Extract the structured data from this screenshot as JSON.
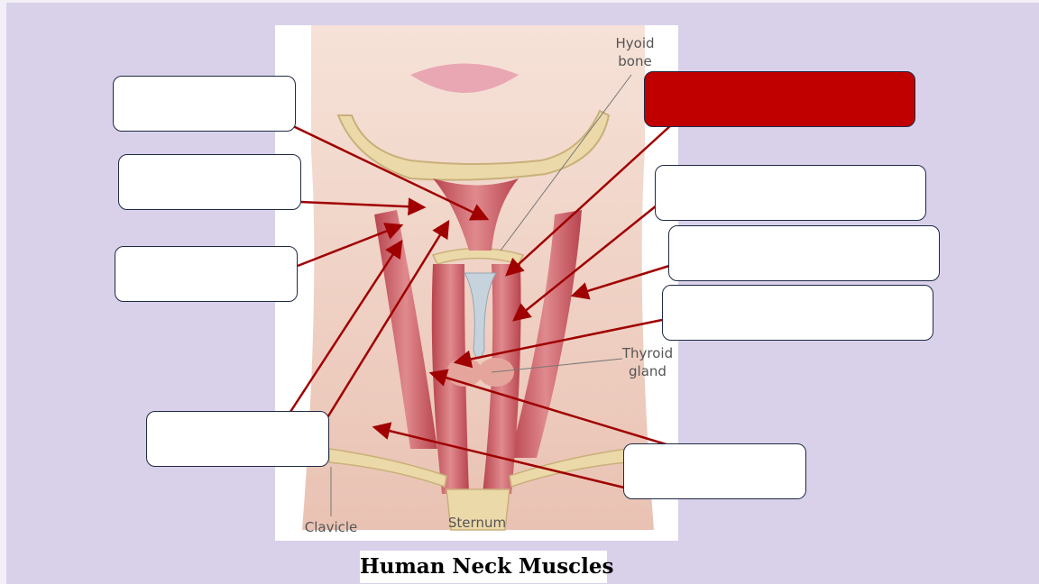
{
  "diagram": {
    "caption": "Human Neck Muscles",
    "printed_labels": {
      "hyoid_line1": "Hyoid",
      "hyoid_line2": "bone",
      "thyroid_line1": "Thyroid",
      "thyroid_line2": "gland",
      "clavicle": "Clavicle",
      "sternum": "Sternum"
    },
    "label_boxes": [
      {
        "id": "box-1",
        "text": "",
        "highlighted": false
      },
      {
        "id": "box-2",
        "text": "",
        "highlighted": false
      },
      {
        "id": "box-3",
        "text": "",
        "highlighted": false
      },
      {
        "id": "box-4",
        "text": "",
        "highlighted": false
      },
      {
        "id": "box-5",
        "text": "",
        "highlighted": true
      },
      {
        "id": "box-6",
        "text": "",
        "highlighted": false
      },
      {
        "id": "box-7",
        "text": "",
        "highlighted": false
      },
      {
        "id": "box-8",
        "text": "",
        "highlighted": false
      },
      {
        "id": "box-9",
        "text": "",
        "highlighted": false
      }
    ],
    "colors": {
      "background": "#d9d1ea",
      "highlight_box": "#c00000",
      "leader_arrow": "#a00000",
      "box_border": "#1f2a44",
      "muscle": "#c8575f",
      "skin": "#f1d3c6",
      "bone": "#ecd9a9"
    }
  }
}
